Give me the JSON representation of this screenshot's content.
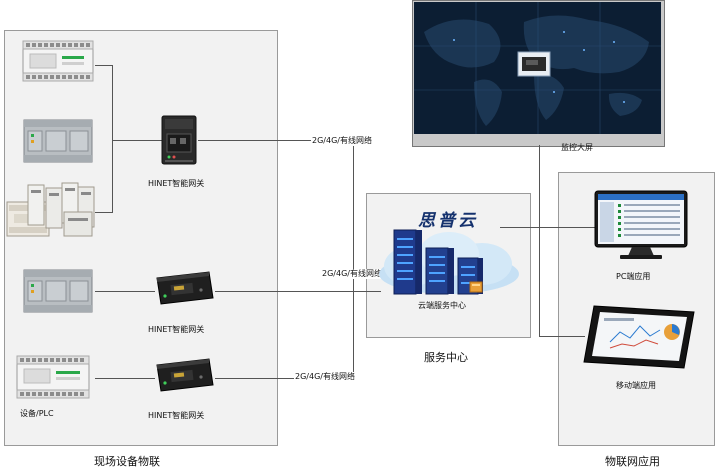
{
  "field": {
    "caption": "现场设备物联",
    "gateway_label": "HINET智能网关",
    "device_label": "设备/PLC",
    "network_label": "2G/4G/有线网络"
  },
  "service": {
    "cloud_title": "思普云",
    "center_label": "云端服务中心",
    "caption": "服务中心"
  },
  "app": {
    "monitor_label": "监控大屏",
    "pc_label": "PC端应用",
    "mobile_label": "移动端应用",
    "caption": "物联网应用"
  },
  "colors": {
    "panel_bg": "#f2f2f2",
    "monitor_bg": "#0c1e33",
    "server": "#1f3a8c",
    "cloud": "#c6e0f4",
    "line": "#555555"
  }
}
